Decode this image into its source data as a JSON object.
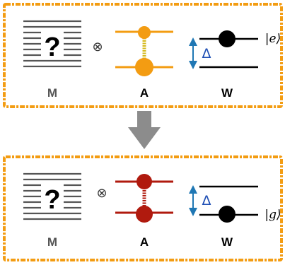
{
  "panels": [
    {
      "id": "top",
      "memory_symbol": "?",
      "tensor_symbol": "⊗",
      "atom_color": "#f39c12",
      "atom_link_color": "#d4b81a",
      "work_state_label": "|e⟩",
      "gap_label": "Δ",
      "labels": {
        "memory": "M",
        "atom": "A",
        "work": "W"
      }
    },
    {
      "id": "bottom",
      "memory_symbol": "?",
      "tensor_symbol": "⊗",
      "atom_color": "#b01a0e",
      "atom_link_color": "#b01a0e",
      "work_state_label": "|g⟩",
      "gap_label": "Δ",
      "labels": {
        "memory": "M",
        "atom": "A",
        "work": "W"
      }
    }
  ],
  "colors": {
    "frame": "#f39c12",
    "arrow": "#8c8c8c",
    "memory_lines": "#555555",
    "gap_arrow": "#1f77b4",
    "gap_text": "#1f4fb4",
    "ball": "#000000"
  }
}
